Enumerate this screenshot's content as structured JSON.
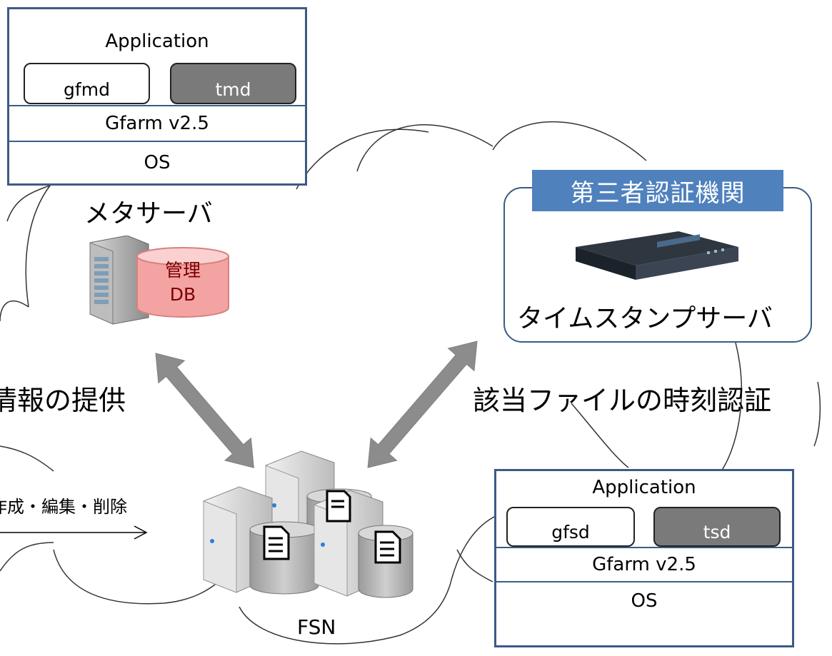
{
  "meta_server": {
    "stack": {
      "application_label": "Application",
      "daemon_left": "gfmd",
      "daemon_right": "tmd",
      "gfarm_label": "Gfarm v2.5",
      "os_label": "OS"
    },
    "title": "メタサーバ",
    "db_label_line1": "管理",
    "db_label_line2": "DB",
    "server-icon": "tower-server-icon"
  },
  "tsa": {
    "authority_title": "第三者認証機関",
    "server_label": "タイムスタンプサーバ",
    "server-icon": "rack-server-icon"
  },
  "file_server": {
    "stack": {
      "application_label": "Application",
      "daemon_left": "gfsd",
      "daemon_right": "tsd",
      "gfarm_label": "Gfarm v2.5",
      "os_label": "OS"
    },
    "fsn_label": "FSN"
  },
  "flows": {
    "left_label": "情報の提供",
    "right_label": "該当ファイルの時刻認証",
    "operation_label": "作成・編集・削除"
  },
  "colors": {
    "stack_border": "#3c5a86",
    "authority_fill": "#4f81bd",
    "db_fill": "#f5a8a8",
    "arrow_gray": "#8c8c8c"
  }
}
